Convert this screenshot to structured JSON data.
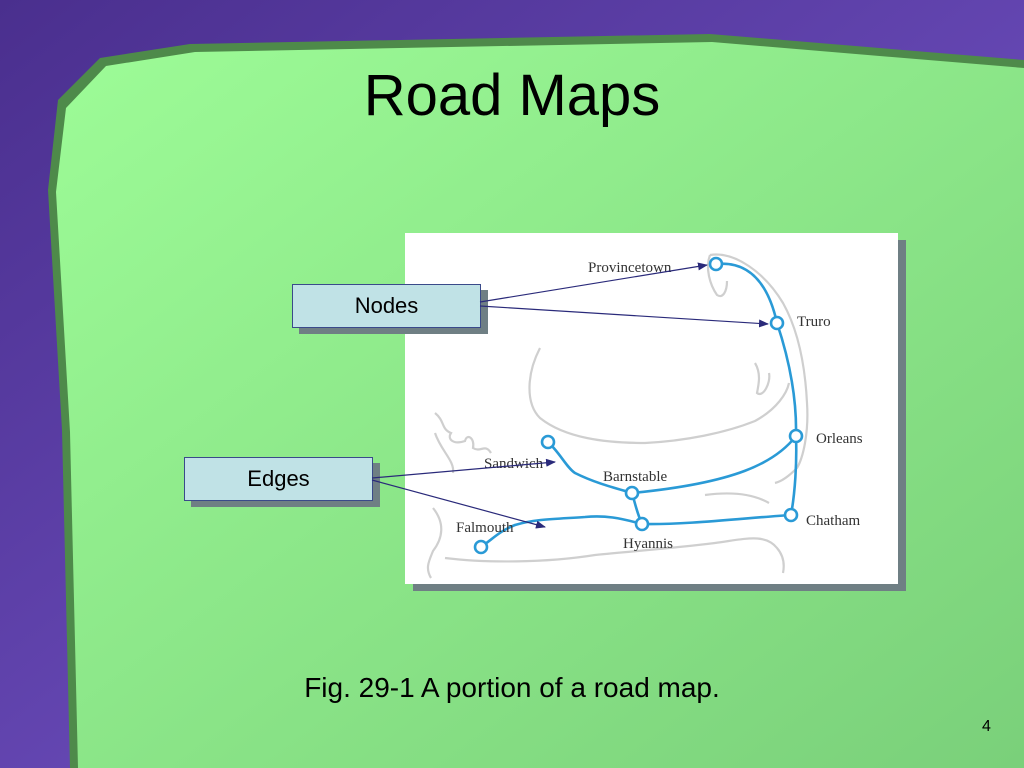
{
  "slide": {
    "title": "Road Maps",
    "caption": "Fig. 29-1 A portion of a road map.",
    "page_number": "4"
  },
  "callouts": {
    "nodes_label": "Nodes",
    "edges_label": "Edges"
  },
  "map": {
    "towns": {
      "provincetown": "Provincetown",
      "truro": "Truro",
      "orleans": "Orleans",
      "chatham": "Chatham",
      "sandwich": "Sandwich",
      "barnstable": "Barnstable",
      "falmouth": "Falmouth",
      "hyannis": "Hyannis"
    }
  },
  "colors": {
    "background_green": "#8fe08a",
    "frame_purple": "#5a3fa8",
    "road_blue": "#2a9ad6",
    "coast_gray": "#c8c8c8",
    "arrow_navy": "#2a2a7a"
  }
}
